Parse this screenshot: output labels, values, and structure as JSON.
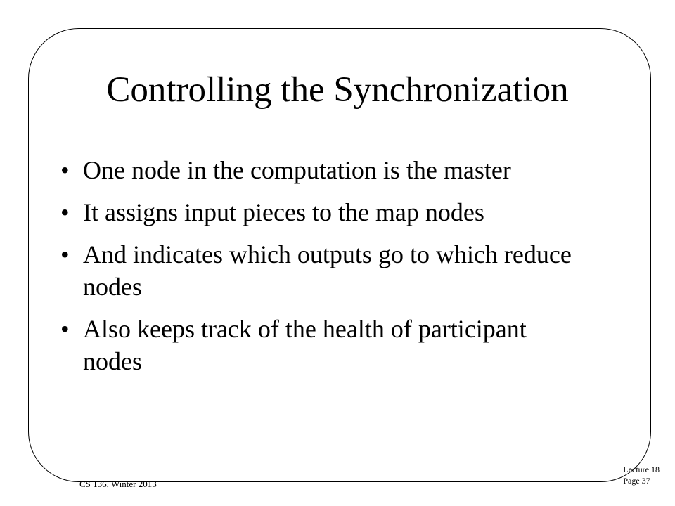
{
  "slide": {
    "title": "Controlling the Synchronization",
    "bullets": [
      "One node in the computation is the master",
      "It assigns input pieces to the map nodes",
      "And indicates which outputs go to which reduce nodes",
      "Also keeps track of the health of participant nodes"
    ],
    "bullet_glyph": "•"
  },
  "footer": {
    "course": "CS 136, Winter 2013",
    "lecture": "Lecture 18",
    "page": "Page 37"
  }
}
